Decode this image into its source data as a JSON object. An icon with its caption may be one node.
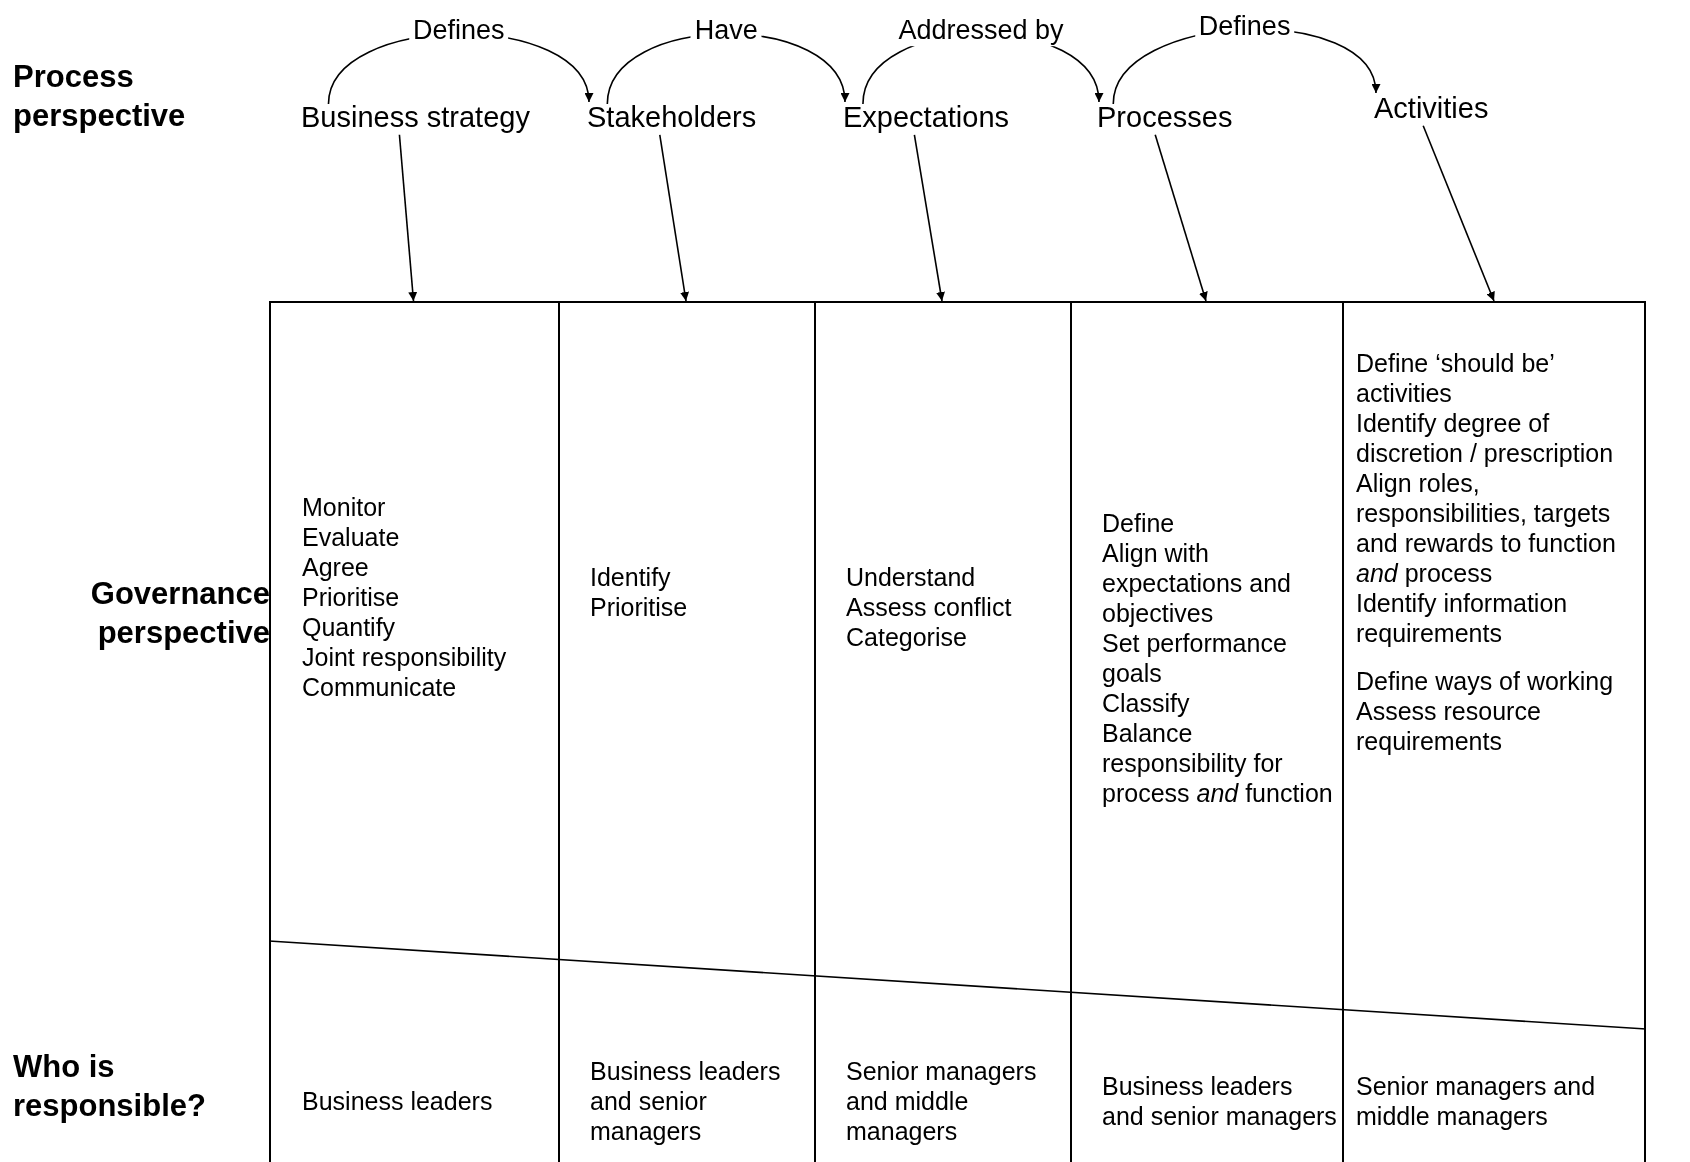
{
  "diagram": {
    "nodes": [
      {
        "text": [
          "Business strategy"
        ]
      },
      {
        "text": [
          "Stakeholders"
        ]
      },
      {
        "text": [
          "Expectations"
        ]
      },
      {
        "text": [
          "Processes"
        ]
      },
      {
        "text": [
          "Activities"
        ]
      },
      {
        "text": [
          "Monitor",
          "Evaluate",
          "Agree",
          "Prioritise",
          "Quantify",
          "Joint responsibility",
          "Communicate"
        ]
      },
      {
        "text": [
          "Identify",
          "Prioritise"
        ]
      },
      {
        "text": [
          "Understand",
          "Assess conflict",
          "Categorise"
        ]
      },
      {
        "text": [
          "Define",
          "Align with expectations and objectives",
          "Set performance goals",
          "Classify",
          "Balance responsibility for process *and* function"
        ]
      },
      {
        "text": [
          "Define ‘should be’ activities",
          "Identify degree of discretion / prescription",
          "Align roles, responsibilities, targets and rewards to function *and* process",
          "Identify information requirements",
          "Define ways of working",
          "Assess resource requirements"
        ]
      },
      {
        "text": [
          "Business leaders"
        ],
        "in": 5
      },
      {
        "text": [
          "Business leaders and senior managers"
        ],
        "in": 6
      },
      {
        "text": [
          "Senior managers and middle managers"
        ],
        "in": 7
      },
      {
        "text": [
          "Business leaders and senior managers"
        ],
        "in": 8
      },
      {
        "text": [
          "Senior managers and middle managers"
        ],
        "in": 9
      }
    ],
    "edges": [
      {
        "from": 0,
        "to": 1,
        "arrow": "to",
        "label": "Defines"
      },
      {
        "from": 1,
        "to": 2,
        "arrow": "to",
        "label": "Have"
      },
      {
        "from": 2,
        "to": 3,
        "arrow": "to",
        "label": "Addressed by"
      },
      {
        "from": 3,
        "to": 4,
        "arrow": "to",
        "label": "Defines"
      },
      {
        "from": 0,
        "to": 5,
        "arrow": "to"
      },
      {
        "from": 1,
        "to": 6,
        "arrow": "to"
      },
      {
        "from": 2,
        "to": 7,
        "arrow": "to"
      },
      {
        "from": 3,
        "to": 8,
        "arrow": "to"
      },
      {
        "from": 4,
        "to": 9,
        "arrow": "to"
      }
    ],
    "labels": [
      "Process perspective",
      "Governance perspective",
      "Who is responsible?"
    ]
  }
}
